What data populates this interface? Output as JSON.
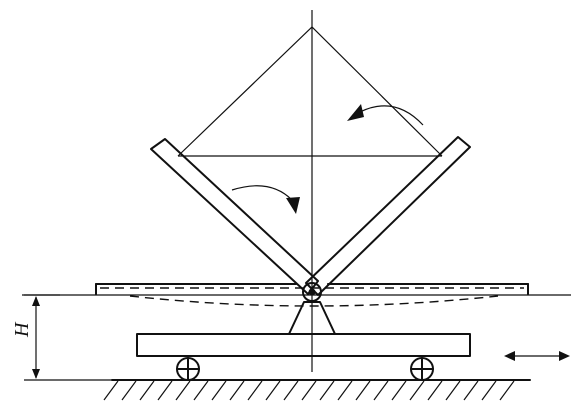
{
  "diagram": {
    "height_label": "H",
    "ink_color": "#111111",
    "background_color": "#ffffff",
    "motion_indicator": "double-arrow-horizontal",
    "rotation_indicators": [
      "curved-arrow-counterclockwise",
      "curved-arrow-clockwise"
    ]
  }
}
